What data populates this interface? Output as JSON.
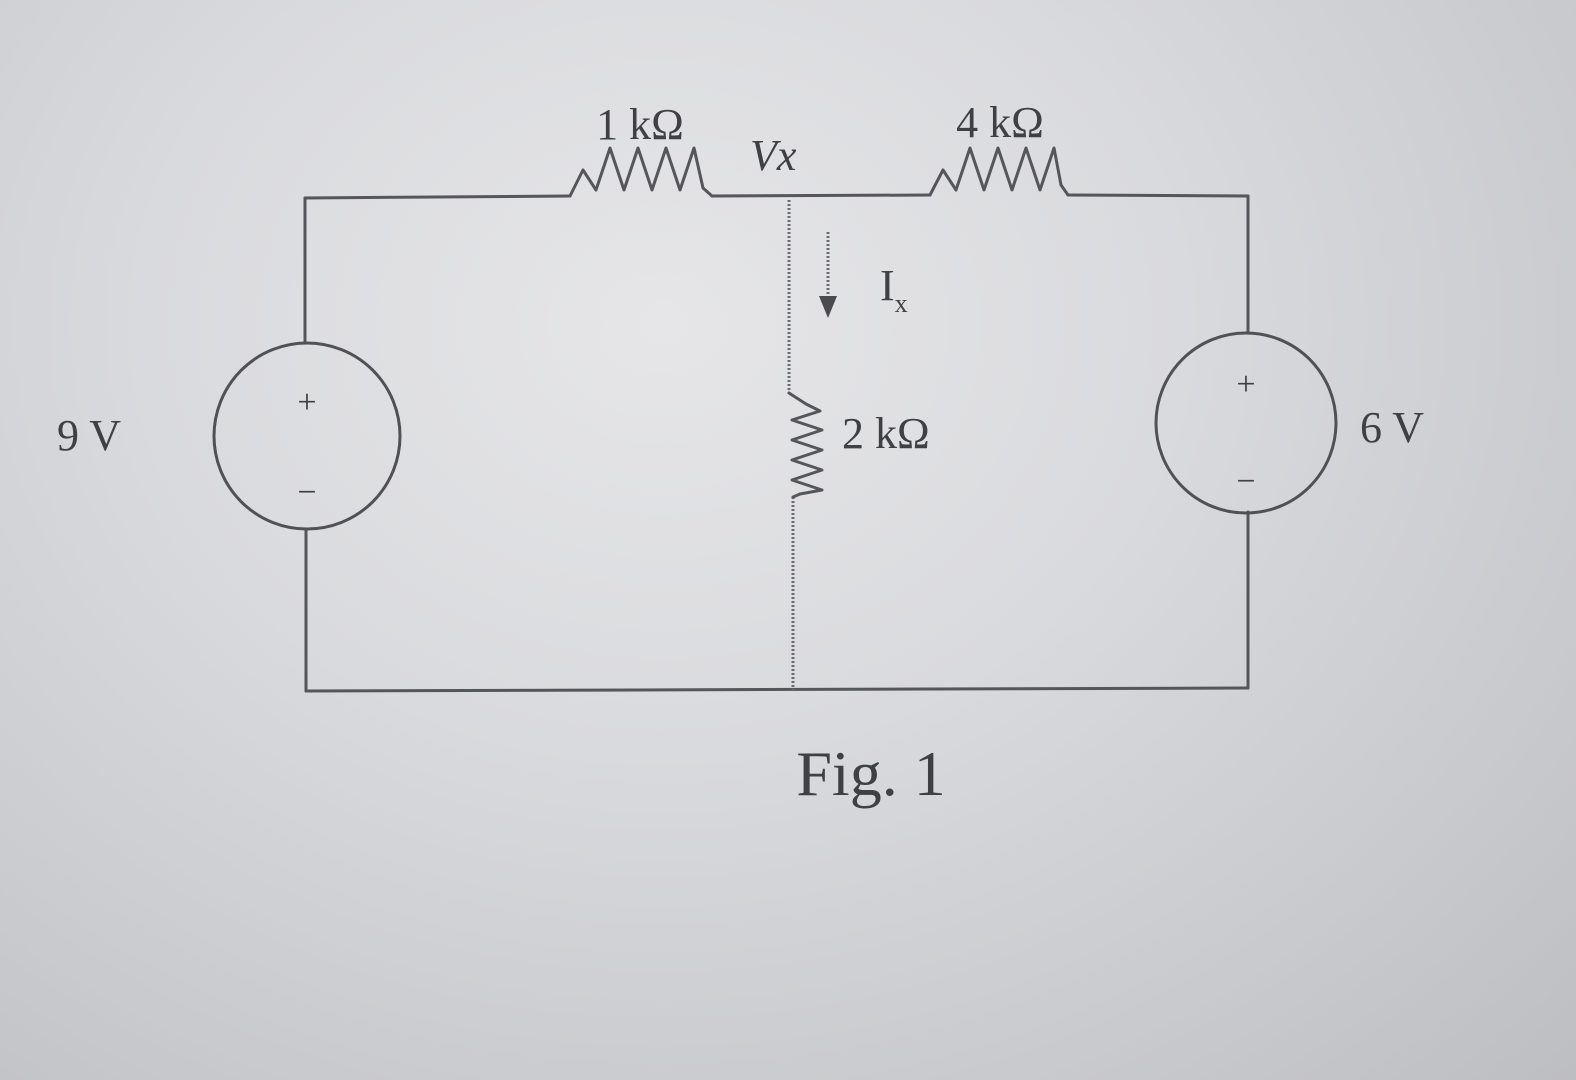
{
  "figure": {
    "caption": "Fig. 1"
  },
  "components": {
    "r1": {
      "label": "1 kΩ"
    },
    "r2": {
      "label": "4 kΩ"
    },
    "r3": {
      "label": "2 kΩ"
    },
    "source_left": {
      "label": "9 V",
      "plus": "+",
      "minus": "−"
    },
    "source_right": {
      "label": "6 V",
      "plus": "+",
      "minus": "−"
    }
  },
  "node": {
    "label": "Vx"
  },
  "current": {
    "label": "I",
    "subscript": "x"
  },
  "colors": {
    "ink": "#3f4044",
    "paper": "#d9dadd"
  }
}
